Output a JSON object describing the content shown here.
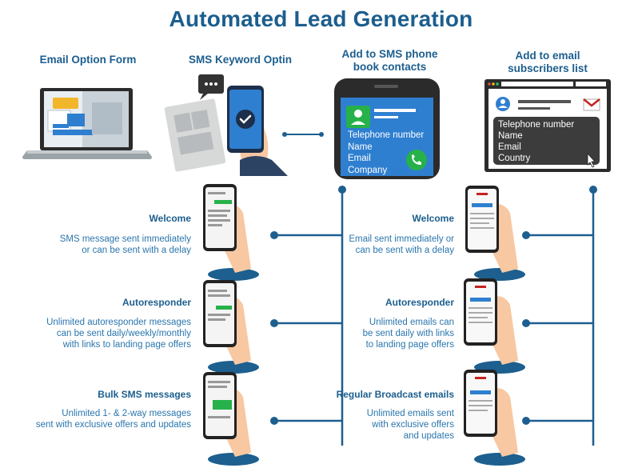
{
  "title": "Automated Lead Generation",
  "headers": {
    "email_option_form": "Email Option Form",
    "sms_keyword_optin": "SMS Keyword Optin",
    "sms_phonebook_line1": "Add to SMS phone",
    "sms_phonebook_line2": "book contacts",
    "email_subscribers_line1": "Add to email",
    "email_subscribers_line2": "subscribers list"
  },
  "phone_card": {
    "telephone": "Telephone number",
    "name": "Name",
    "email": "Email",
    "company": "Company"
  },
  "email_card": {
    "telephone": "Telephone number",
    "name": "Name",
    "email": "Email",
    "country": "Country"
  },
  "sms_steps": [
    {
      "title": "Welcome",
      "desc1": "SMS message sent immediately",
      "desc2": "or can be sent with a delay",
      "desc3": ""
    },
    {
      "title": "Autoresponder",
      "desc1": "Unlimited autoresponder messages",
      "desc2": "can be sent daily/weekly/monthly",
      "desc3": "with links to landing page offers"
    },
    {
      "title": "Bulk SMS messages",
      "desc1": "Unlimited 1- & 2-way messages",
      "desc2": "sent with exclusive offers and updates",
      "desc3": ""
    }
  ],
  "email_steps": [
    {
      "title": "Welcome",
      "desc1": "Email sent immediately or",
      "desc2": "can be sent with a delay",
      "desc3": ""
    },
    {
      "title": "Autoresponder",
      "desc1": "Unlimited emails can",
      "desc2": "be sent daily with links",
      "desc3": "to landing page offers"
    },
    {
      "title": "Regular Broadcast emails",
      "desc1": "Unlimited emails sent",
      "desc2": "with exclusive offers",
      "desc3": "and updates"
    }
  ],
  "colors": {
    "primary": "#1c5e8e",
    "line": "#1d5f8f",
    "accent_blue": "#2f7fd0",
    "green": "#27b14a",
    "skin": "#f7c8a2"
  }
}
